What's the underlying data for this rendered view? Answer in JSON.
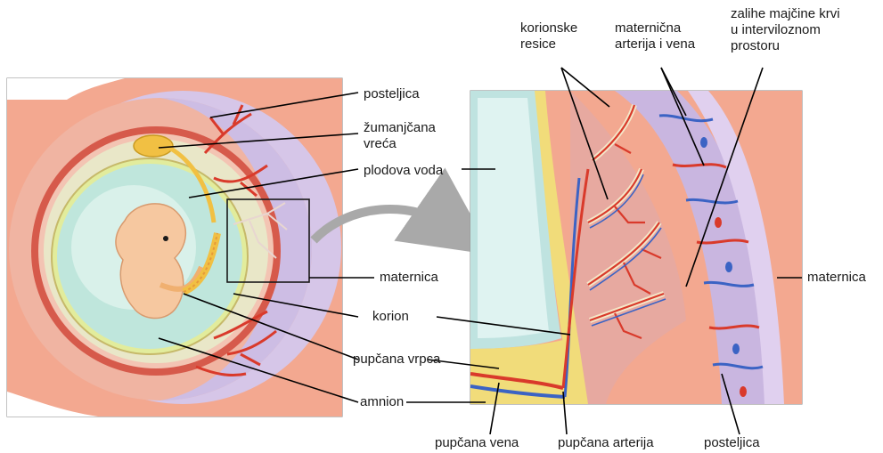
{
  "colors": {
    "uterus": "#f3a890",
    "decidua": "#f6b9a6",
    "placenta": "#cfc0e4",
    "chorion_ring": "#d45a4c",
    "amniotic_fluid": "#bfe6dc",
    "embryo": "#f6c8a0",
    "yolk_sac": "#f1c043",
    "artery": "#d93a2b",
    "vein": "#3b63c4",
    "arrow": "#a9a9a9"
  },
  "left_labels": {
    "posteljica": "posteljica",
    "zumanjcana_vreca_line1": "žumanjčana",
    "zumanjcana_vreca_line2": "vreća",
    "plodova_voda": "plodova voda",
    "maternica": "maternica",
    "korion": "korion",
    "pupcana_vrpca": "pupčana vrpca",
    "amnion": "amnion"
  },
  "right_labels": {
    "korionske_resice_line1": "korionske",
    "korionske_resice_line2": "resice",
    "maternicna_line1": "maternična",
    "maternicna_line2": "arterija i vena",
    "zalihe_line1": "zalihe majčine krvi",
    "zalihe_line2": "u interviloznom",
    "zalihe_line3": "prostoru",
    "maternica": "maternica",
    "pupcana_vena": "pupčana vena",
    "pupcana_arterija": "pupčana arterija",
    "posteljica": "posteljica"
  }
}
